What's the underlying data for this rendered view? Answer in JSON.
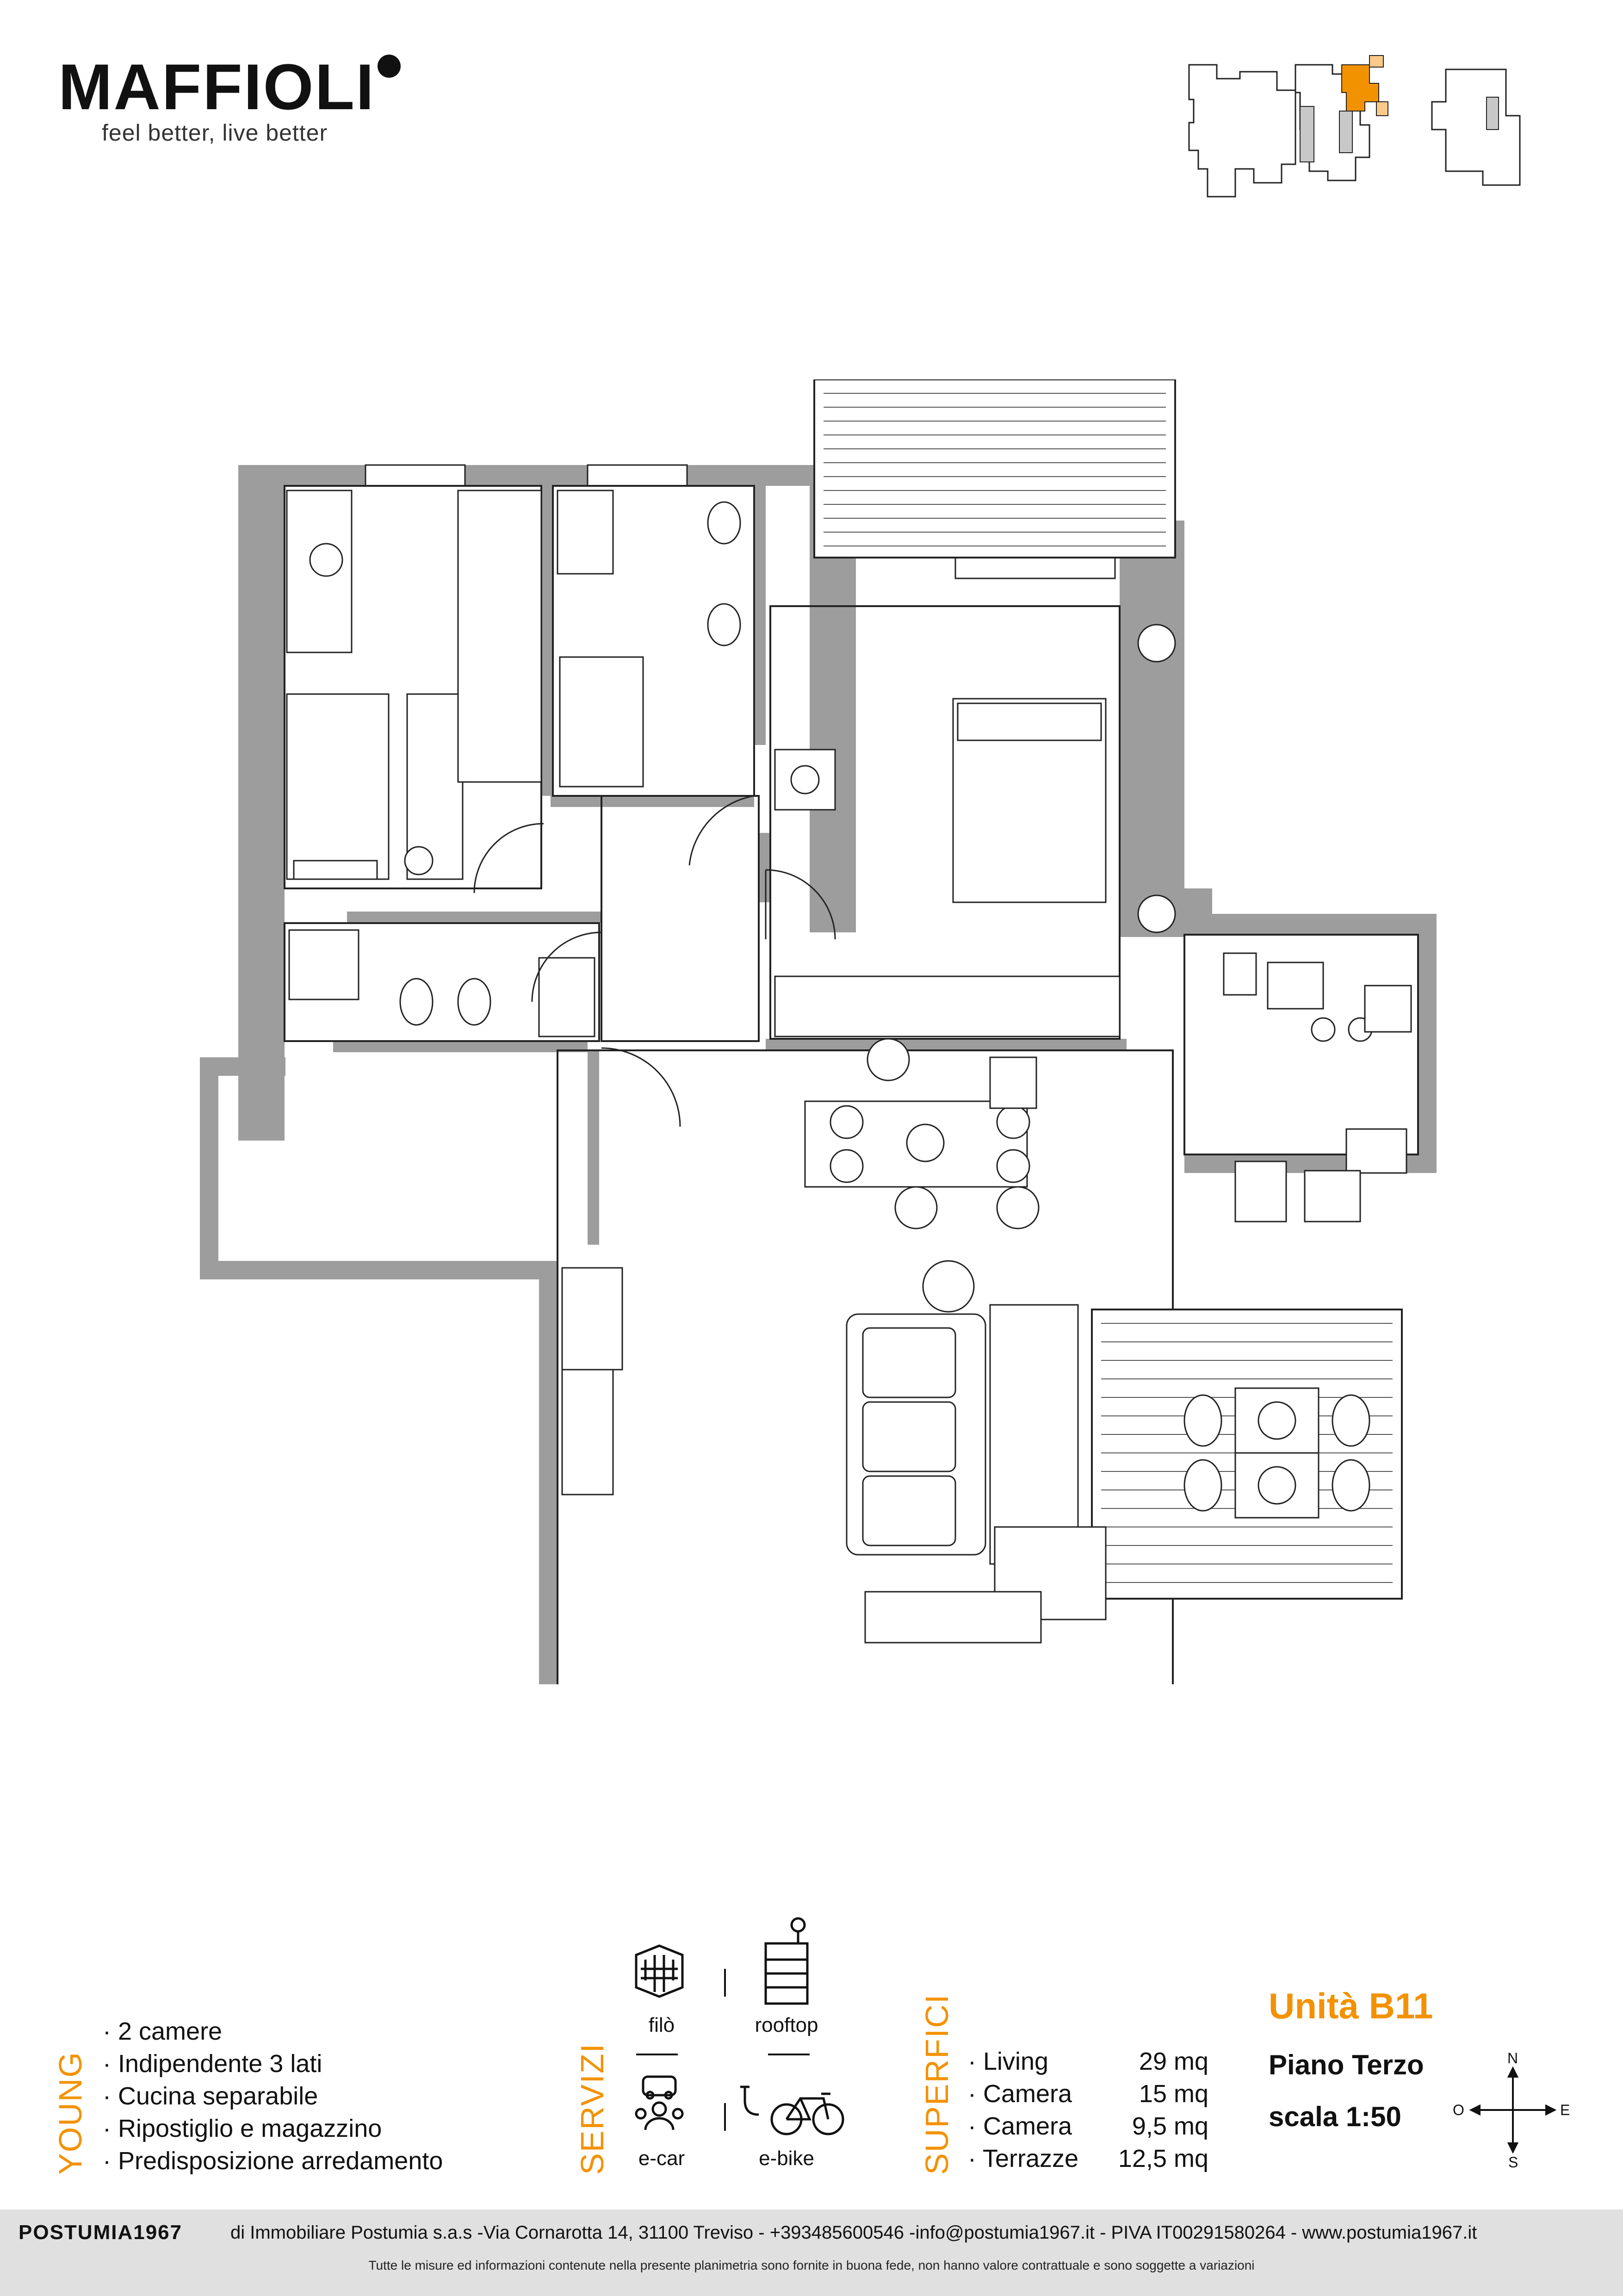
{
  "header": {
    "brand": "MAFFIOLI",
    "tagline": "feel better, live better"
  },
  "profile": {
    "category": "YOUNG",
    "features": [
      "· 2 camere",
      "· Indipendente 3 lati",
      "· Cucina separabile",
      "· Ripostiglio e magazzino",
      "· Predisposizione arredamento"
    ]
  },
  "services": {
    "title": "SERVIZI",
    "items": [
      {
        "label": "filò",
        "icon": "filo-icon"
      },
      {
        "label": "rooftop",
        "icon": "rooftop-icon"
      },
      {
        "label": "e-car",
        "icon": "e-car-icon"
      },
      {
        "label": "e-bike",
        "icon": "e-bike-icon"
      }
    ]
  },
  "surfaces": {
    "title": "SUPERFICI",
    "rows": [
      {
        "label": "· Living",
        "value": "29 mq"
      },
      {
        "label": "· Camera",
        "value": "15 mq"
      },
      {
        "label": "· Camera",
        "value": "9,5 mq"
      },
      {
        "label": "· Terrazze",
        "value": "12,5 mq"
      }
    ]
  },
  "unit": {
    "title": "Unità B11",
    "floor": "Piano Terzo",
    "scale": "scala 1:50"
  },
  "compass": {
    "n": "N",
    "s": "S",
    "e": "E",
    "o": "O"
  },
  "footer": {
    "company": "POSTUMIA1967",
    "address": "di Immobiliare Postumia s.a.s -Via Cornarotta 14, 31100 Treviso - +393485600546 -info@postumia1967.it - PIVA IT00291580264 - www.postumia1967.it",
    "disclaimer": "Tutte le misure ed informazioni contenute nella presente planimetria sono fornite in buona fede, non hanno valore contrattuale e sono soggette a variazioni"
  },
  "colors": {
    "accent": "#f39200",
    "wall": "#9d9d9d",
    "footer_bg": "#e0e0e0"
  }
}
